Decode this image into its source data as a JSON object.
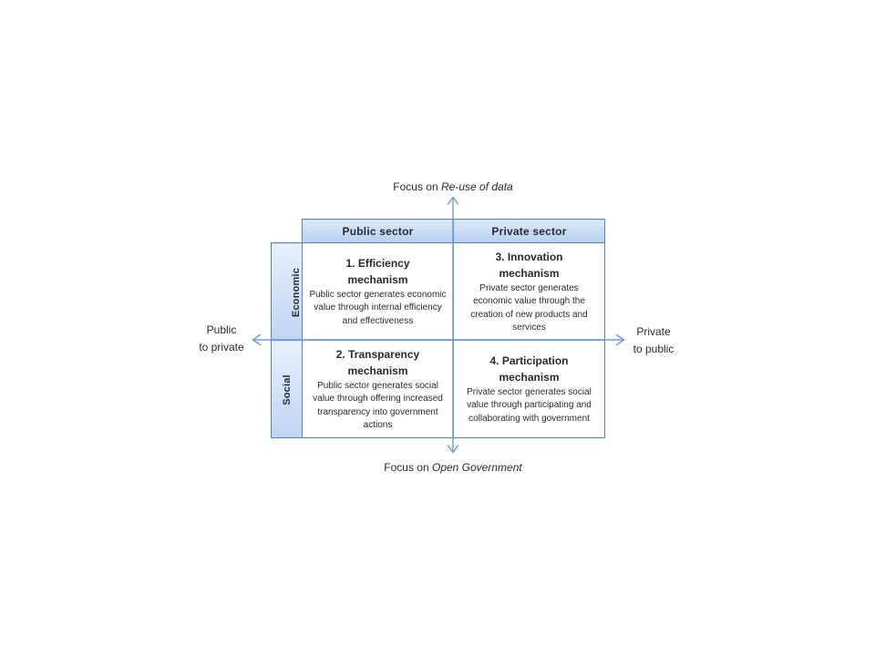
{
  "colors": {
    "border": "#5a81b5",
    "arrow": "#6f9bd1",
    "hdr-top": "#dde9f9",
    "hdr-mid": "#cbdef6",
    "hdr-bot": "#b5cef1",
    "rh-top": "#e7f0fc",
    "rh-bot": "#bed5f2",
    "ink": "#262b33"
  },
  "axes": {
    "top": {
      "prefix": "Focus on ",
      "emphasis": "Re-use of data"
    },
    "bottom": {
      "prefix": "Focus on ",
      "emphasis": "Open Government"
    },
    "left": {
      "line1": "Public",
      "line2": "to private"
    },
    "right": {
      "line1": "Private",
      "line2": "to public"
    }
  },
  "matrix": {
    "column_headers": [
      "Public sector",
      "Private sector"
    ],
    "row_headers": [
      "Economic",
      "Social"
    ],
    "quadrants": [
      {
        "title_line1": "1. Efficiency",
        "title_line2": "mechanism",
        "description": "Public sector generates economic value through internal efficiency and effectiveness"
      },
      {
        "title_line1": "3. Innovation",
        "title_line2": "mechanism",
        "description": "Private sector generates economic value through the creation of new products and services"
      },
      {
        "title_line1": "2. Transparency",
        "title_line2": "mechanism",
        "description": "Public sector generates social value through offering increased transparency into government actions"
      },
      {
        "title_line1": "4. Participation",
        "title_line2": "mechanism",
        "description": "Private sector generates social value through participating and collaborating with government"
      }
    ]
  }
}
